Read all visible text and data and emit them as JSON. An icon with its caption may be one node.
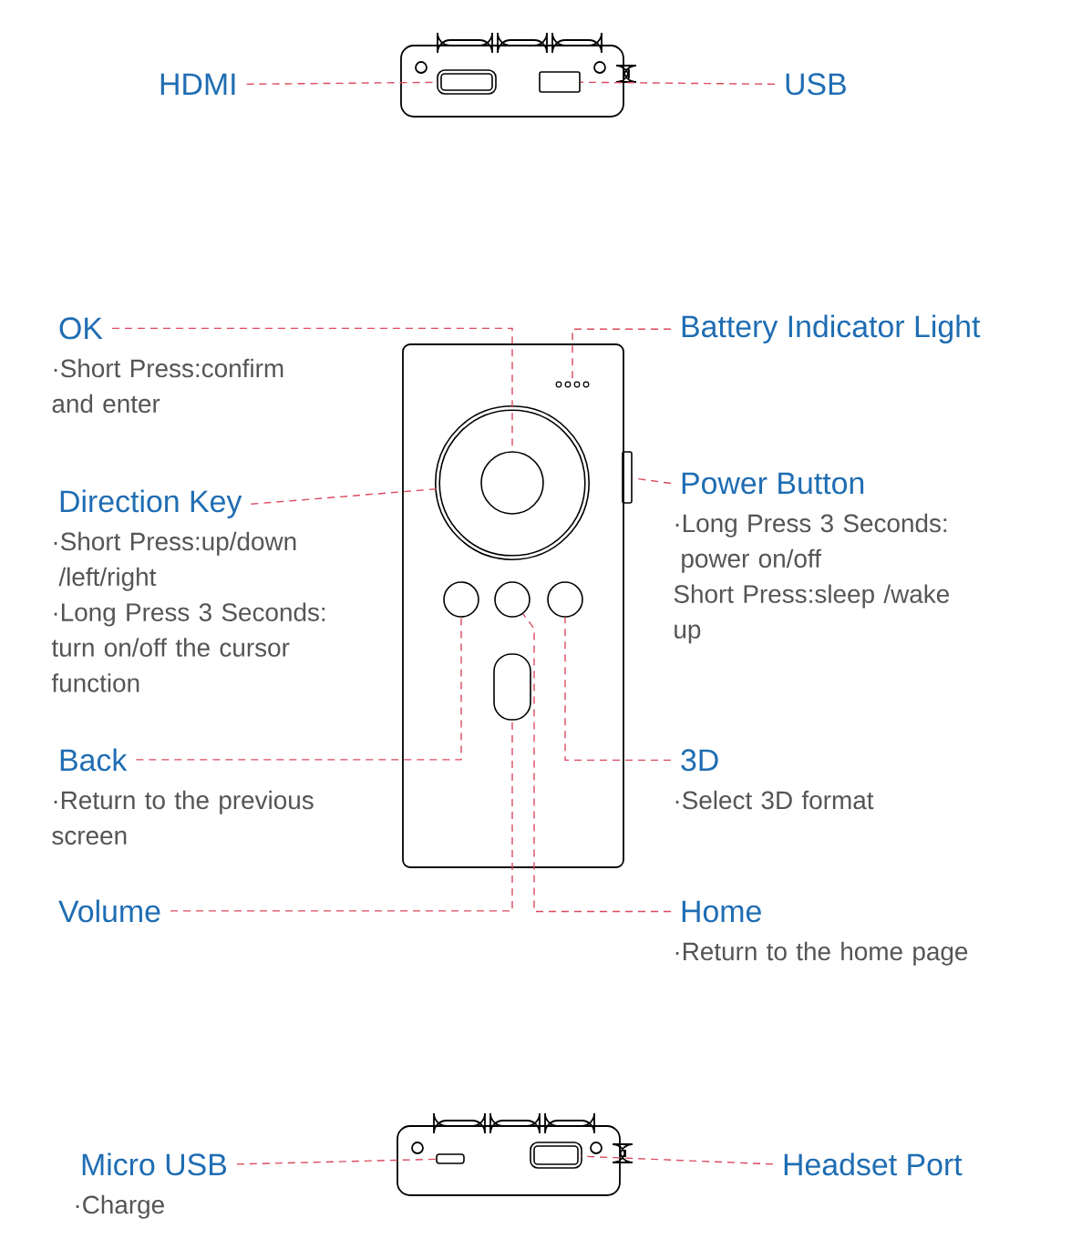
{
  "diagram": {
    "nodes": [
      {
        "text": [
          "HDMI"
        ]
      },
      {
        "text": [
          "USB"
        ]
      },
      {
        "text": [
          "OK"
        ],
        "beside": [
          "·Short Press:confirm and enter"
        ]
      },
      {
        "text": [
          "Battery Indicator Light"
        ]
      },
      {
        "text": [
          "Direction Key"
        ],
        "beside": [
          "·Short Press:up/down /left/right",
          "·Long Press 3 Seconds: turn on/off the cursor function"
        ]
      },
      {
        "text": [
          "Power Button"
        ],
        "beside": [
          "·Long Press 3 Seconds: power on/off",
          "Short Press:sleep /wake up"
        ]
      },
      {
        "text": [
          "Back"
        ],
        "beside": [
          "·Return to the previous screen"
        ]
      },
      {
        "text": [
          "3D"
        ],
        "beside": [
          "·Select 3D format"
        ]
      },
      {
        "text": [
          "Volume"
        ]
      },
      {
        "text": [
          "Home"
        ],
        "beside": [
          "·Return to the home page"
        ]
      },
      {
        "text": [
          "Micro USB"
        ],
        "beside": [
          "·Charge"
        ]
      },
      {
        "text": [
          "Headset Port"
        ]
      },
      {
        "text": [],
        "shape": "box"
      },
      {
        "text": [],
        "shape": "box"
      },
      {
        "text": [],
        "shape": "dots"
      },
      {
        "text": [],
        "shape": "circle"
      },
      {
        "text": [],
        "shape": "circle",
        "in": 15
      },
      {
        "text": [],
        "shape": "box"
      },
      {
        "text": [],
        "shape": "circle"
      },
      {
        "text": [],
        "shape": "circle"
      },
      {
        "text": [],
        "shape": "circle"
      },
      {
        "text": [],
        "shape": "box"
      },
      {
        "text": [],
        "shape": "box"
      },
      {
        "text": [],
        "shape": "box"
      }
    ],
    "edges": [
      {
        "from": 0,
        "to": 12,
        "arrow": "none",
        "style": "dashed"
      },
      {
        "from": 1,
        "to": 13,
        "arrow": "none",
        "style": "dashed"
      },
      {
        "from": 2,
        "to": 16,
        "arrow": "none",
        "style": "dashed"
      },
      {
        "from": 3,
        "to": 14,
        "arrow": "none",
        "style": "dashed"
      },
      {
        "from": 4,
        "to": 15,
        "arrow": "none",
        "style": "dashed"
      },
      {
        "from": 5,
        "to": 17,
        "arrow": "none",
        "style": "dashed"
      },
      {
        "from": 6,
        "to": 18,
        "arrow": "none",
        "style": "dashed"
      },
      {
        "from": 7,
        "to": 20,
        "arrow": "none",
        "style": "dashed"
      },
      {
        "from": 8,
        "to": 21,
        "arrow": "none",
        "style": "dashed"
      },
      {
        "from": 9,
        "to": 19,
        "arrow": "none",
        "style": "dashed"
      },
      {
        "from": 10,
        "to": 22,
        "arrow": "none",
        "style": "dashed"
      },
      {
        "from": 11,
        "to": 23,
        "arrow": "none",
        "style": "dashed"
      }
    ]
  }
}
